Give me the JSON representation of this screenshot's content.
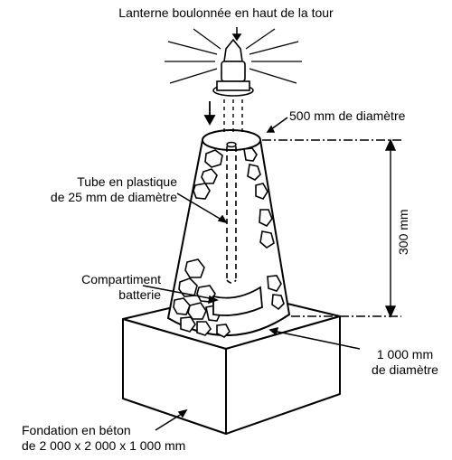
{
  "labels": {
    "lantern": "Lanterne boulonnée en haut de la tour",
    "top_diameter": "500 mm  de diamètre",
    "tube_line1": "Tube en plastique",
    "tube_line2": "de 25 mm de diamètre",
    "battery_line1": "Compartiment",
    "battery_line2": "batterie",
    "height": "300 mm",
    "base_diameter_line1": "1 000 mm",
    "base_diameter_line2": "de diamètre",
    "foundation_line1": "Fondation en béton",
    "foundation_line2": "de 2 000 x 2 000 x 1 000 mm"
  }
}
